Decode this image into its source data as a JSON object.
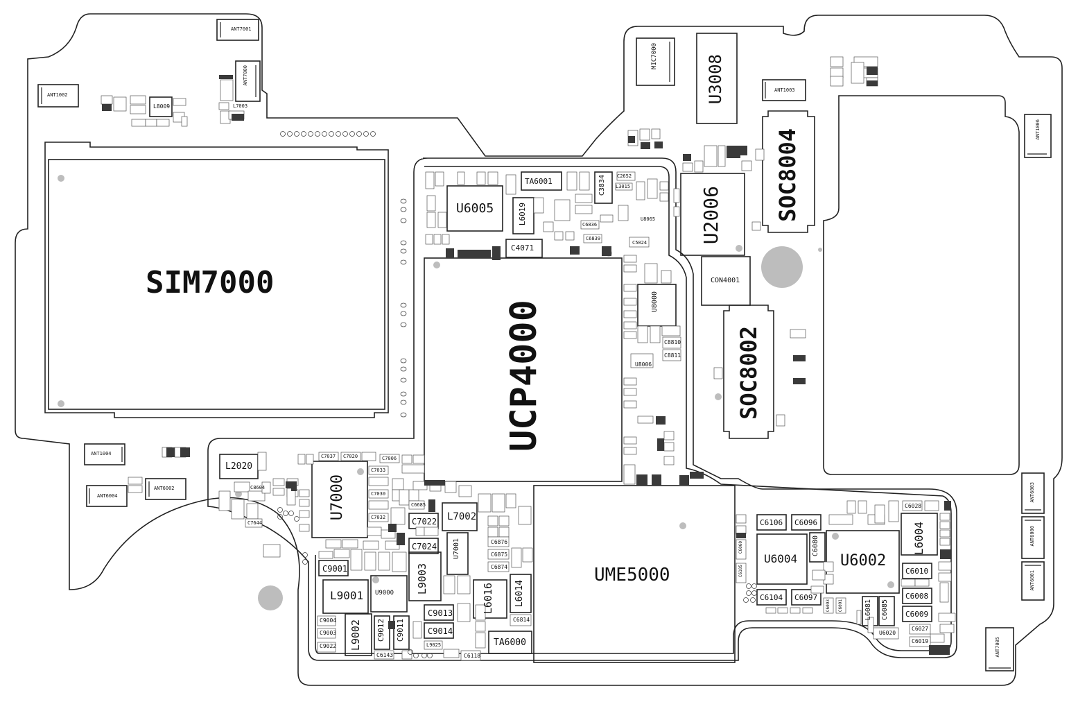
{
  "schematic": {
    "components_large": {
      "sim": "SIM7000",
      "cpu": "UCP4000",
      "ume": "UME5000",
      "soc_top": "SOC8004",
      "soc_mid": "SOC8002",
      "u2006": "U2006",
      "u3008": "U3008",
      "u7000": "U7000",
      "u6002": "U6002",
      "u6004": "U6004",
      "u6005": "U6005",
      "l9001": "L9001",
      "l9002": "L9002",
      "l9003": "L9003",
      "l6016": "L6016",
      "l6014": "L6014",
      "l6004": "L6004",
      "l7002": "L7002",
      "l2020": "L2020",
      "ta6000": "TA6000",
      "ta6001": "TA6001",
      "con4001": "CON4001",
      "c4071": "C4071",
      "c7022": "C7022",
      "c7024": "C7024",
      "c9001": "C9001",
      "c9013": "C9013",
      "c9014": "C9014",
      "c9012": "C9012",
      "c9011": "C9011",
      "c6106": "C6106",
      "c6096": "C6096",
      "c6104": "C6104",
      "c6097": "C6097",
      "c6010": "C6010",
      "c6008": "C6008",
      "c6009": "C6009",
      "c6085": "C6085",
      "c6080": "C6080",
      "l6081": "L6081",
      "u9000": "U9000",
      "u7001": "U7001",
      "u6020": "U6020",
      "u8000": "U8000",
      "mic7000": "MIC7000",
      "l6019": "L6019",
      "l8009": "L8009",
      "l7003": "L7003",
      "c3834": "C3834",
      "c8810": "C8810",
      "c8811": "C8811",
      "u8006": "U8006",
      "c5024": "C5024",
      "c6876": "C6876",
      "c6875": "C6875",
      "c6874": "C6874",
      "c6814": "C6814",
      "c6143": "C6143",
      "c6118": "C6118",
      "c9022": "C9022",
      "c9003": "C9003",
      "c9004": "C9004",
      "l9025": "L9025",
      "c6019": "C6019",
      "c6027": "C6027",
      "c6028": "C6028",
      "c8604": "C8604",
      "c7644": "C7644",
      "c7037": "C7037",
      "c7020": "C7020",
      "c7006": "C7006",
      "c7033": "C7033",
      "c7030": "C7030",
      "c7032": "C7032",
      "c6685": "C6685",
      "l3015": "L3015",
      "c2652": "C2652",
      "u8065": "U8065",
      "c6836": "C6836",
      "c6839": "C6839",
      "c6091": "C6091",
      "c6093": "C6093",
      "c6060": "C6060",
      "c6105": "C6105"
    },
    "antennas": {
      "ant7001": "ANT7001",
      "ant7000": "ANT7000",
      "ant1002": "ANT1002",
      "ant1003": "ANT1003",
      "ant1006": "ANT1006",
      "ant1004": "ANT1004",
      "ant6002": "ANT6002",
      "ant6004": "ANT6004",
      "ant6003": "ANT6003",
      "ant6000": "ANT6000",
      "ant6001": "ANT6001",
      "ant7005": "ANT7005"
    },
    "colors": {
      "outline": "#222222",
      "fill": "#ffffff",
      "shade": "#3a3a3a",
      "dot": "#bdbdbd",
      "small_part": "#666666"
    }
  }
}
